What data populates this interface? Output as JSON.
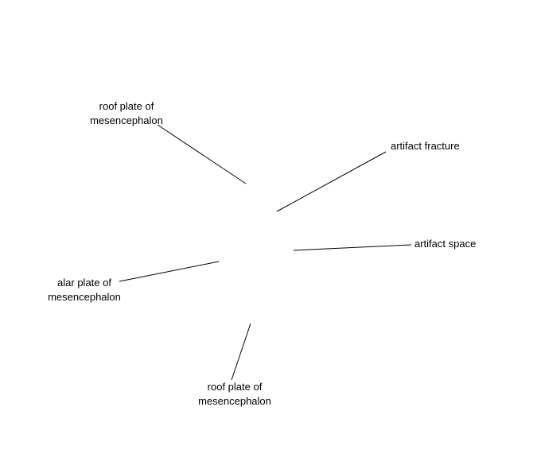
{
  "colors": {
    "background": "#ffffff",
    "text": "#000000",
    "leader_line": "#000000"
  },
  "labels": [
    {
      "id": "roof-top",
      "lines": [
        "roof plate of",
        "mesencephalon"
      ]
    },
    {
      "id": "artifact-fracture",
      "lines": [
        "artifact fracture"
      ]
    },
    {
      "id": "artifact-space",
      "lines": [
        "artifact space"
      ]
    },
    {
      "id": "alar",
      "lines": [
        "alar plate of",
        "mesencephalon"
      ]
    },
    {
      "id": "roof-bottom",
      "lines": [
        "roof plate of",
        "mesencephalon"
      ]
    }
  ]
}
